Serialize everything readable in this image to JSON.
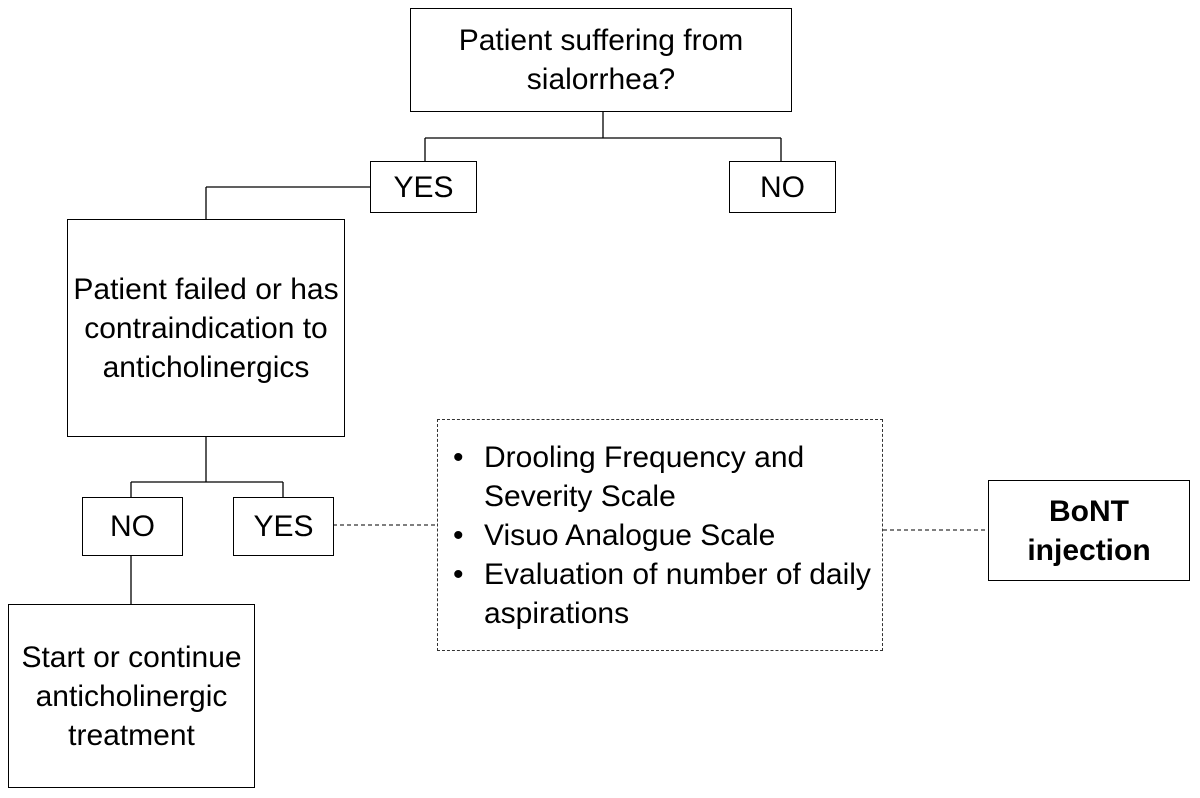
{
  "flowchart": {
    "question": "Patient suffering from sialorrhea?",
    "answer_yes": "YES",
    "answer_no": "NO",
    "second_question": "Patient failed or has contraindication to anticholinergics",
    "second_answer_no": "NO",
    "second_answer_yes": "YES",
    "no_outcome": "Start or continue anticholinergic treatment",
    "assessment_items": [
      "Drooling Frequency and Severity Scale",
      "Visuo Analogue Scale",
      "Evaluation of number of daily aspirations"
    ],
    "final_outcome": "BoNT injection"
  }
}
